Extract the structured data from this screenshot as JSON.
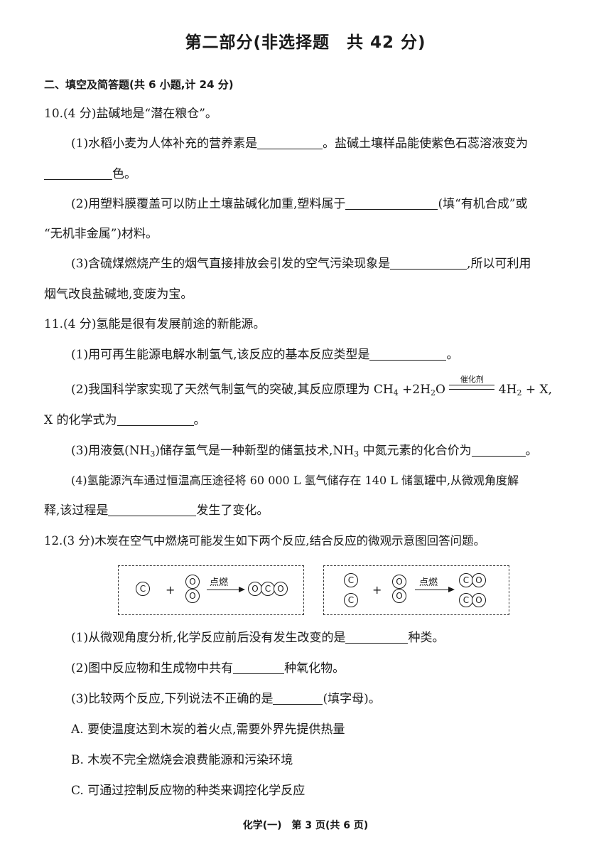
{
  "title": "第二部分(非选择题　共 42 分)",
  "section": "二、填空及简答题(共 6 小题,计 24 分)",
  "q10": {
    "stem": "10.(4 分)盐碱地是“潜在粮仓”。",
    "p1a": "(1)水稻小麦为人体补充的营养素是",
    "p1b": "。盐碱土壤样品能使紫色石蕊溶液变为",
    "p1c": "色。",
    "p2a": "(2)用塑料膜覆盖可以防止土壤盐碱化加重,塑料属于",
    "p2b": "(填“有机合成”或",
    "p2c": "“无机非金属”)材料。",
    "p3a": "(3)含硫煤燃烧产生的烟气直接排放会引发的空气污染现象是",
    "p3b": ",所以可利用",
    "p3c": "烟气改良盐碱地,变废为宝。"
  },
  "q11": {
    "stem": "11.(4 分)氢能是很有发展前途的新能源。",
    "p1a": "(1)用可再生能源电解水制氢气,该反应的基本反应类型是",
    "p1b": "。",
    "p2a": "(2)我国科学家实现了天然气制氢气的突破,其反应原理为 CH",
    "p2sub1": "4",
    "p2b": " +2H",
    "p2sub2": "2",
    "p2c": "O",
    "catalyst": "催化剂",
    "p2d": "4H",
    "p2sub3": "2",
    "p2e": " + X,",
    "p2f": "X 的化学式为",
    "p2g": "。",
    "p3a": "(3)用液氨(NH",
    "p3sub1": "3",
    "p3b": ")储存氢气是一种新型的储氢技术,NH",
    "p3sub2": "3",
    "p3c": " 中氮元素的化合价为",
    "p3d": "。",
    "p4a": "(4)氢能源汽车通过恒温高压途径将 60 000 L 氢气储存在 140 L 储氢罐中,从微观角度解",
    "p4b": "释,该过程是",
    "p4c": "发生了变化。"
  },
  "q12": {
    "stem": "12.(3 分)木炭在空气中燃烧可能发生如下两个反应,结合反应的微观示意图回答问题。",
    "diagram": {
      "atom_c": "C",
      "atom_o": "O",
      "plus": "+",
      "condition": "点燃"
    },
    "p1a": "(1)从微观角度分析,化学反应前后没有发生改变的是",
    "p1b": "种类。",
    "p2a": "(2)图中反应物和生成物中共有",
    "p2b": "种氧化物。",
    "p3a": "(3)比较两个反应,下列说法不正确的是",
    "p3b": "(填字母)。",
    "optA": "A. 要使温度达到木炭的着火点,需要外界先提供热量",
    "optB": "B. 木炭不完全燃烧会浪费能源和污染环境",
    "optC": "C. 可通过控制反应物的种类来调控化学反应"
  },
  "footer": "化学(一)　第 3 页(共 6 页)"
}
